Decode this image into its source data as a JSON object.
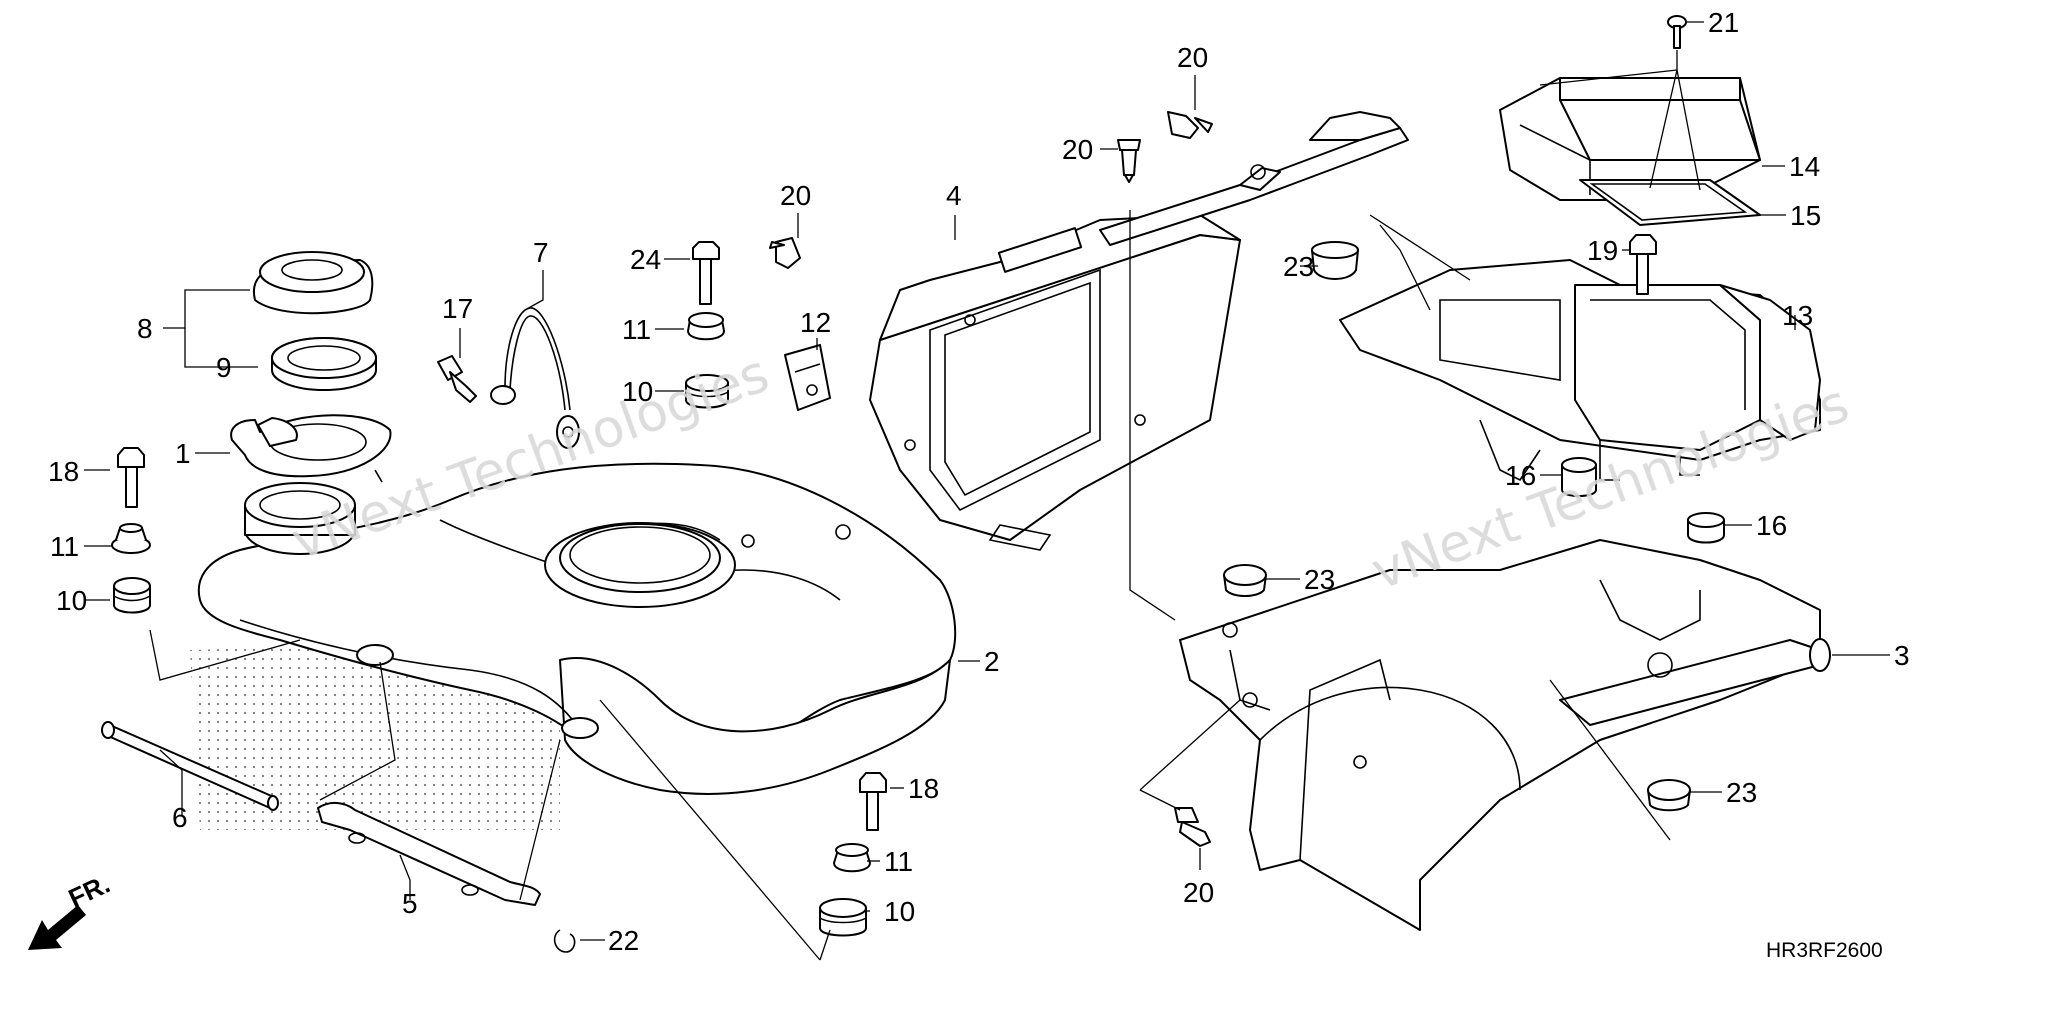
{
  "diagram": {
    "code": "HR3RF2600",
    "front_label": "FR.",
    "watermarks": [
      "vNext Technologies",
      "vNext Technologies"
    ],
    "callouts": [
      {
        "id": "c-8",
        "text": "8"
      },
      {
        "id": "c-9",
        "text": "9"
      },
      {
        "id": "c-1",
        "text": "1"
      },
      {
        "id": "c-18a",
        "text": "18"
      },
      {
        "id": "c-11a",
        "text": "11"
      },
      {
        "id": "c-10a",
        "text": "10"
      },
      {
        "id": "c-17",
        "text": "17"
      },
      {
        "id": "c-7",
        "text": "7"
      },
      {
        "id": "c-24",
        "text": "24"
      },
      {
        "id": "c-11b",
        "text": "11"
      },
      {
        "id": "c-10b",
        "text": "10"
      },
      {
        "id": "c-20a",
        "text": "20"
      },
      {
        "id": "c-4",
        "text": "4"
      },
      {
        "id": "c-12",
        "text": "12"
      },
      {
        "id": "c-20b",
        "text": "20"
      },
      {
        "id": "c-20c",
        "text": "20"
      },
      {
        "id": "c-2",
        "text": "2"
      },
      {
        "id": "c-6",
        "text": "6"
      },
      {
        "id": "c-5",
        "text": "5"
      },
      {
        "id": "c-22",
        "text": "22"
      },
      {
        "id": "c-18b",
        "text": "18"
      },
      {
        "id": "c-11c",
        "text": "11"
      },
      {
        "id": "c-10c",
        "text": "10"
      },
      {
        "id": "c-21",
        "text": "21"
      },
      {
        "id": "c-14",
        "text": "14"
      },
      {
        "id": "c-15",
        "text": "15"
      },
      {
        "id": "c-23a",
        "text": "23"
      },
      {
        "id": "c-19",
        "text": "19"
      },
      {
        "id": "c-13",
        "text": "13"
      },
      {
        "id": "c-16a",
        "text": "16"
      },
      {
        "id": "c-16b",
        "text": "16"
      },
      {
        "id": "c-23b",
        "text": "23"
      },
      {
        "id": "c-3",
        "text": "3"
      },
      {
        "id": "c-23c",
        "text": "23"
      },
      {
        "id": "c-20d",
        "text": "20"
      }
    ]
  }
}
